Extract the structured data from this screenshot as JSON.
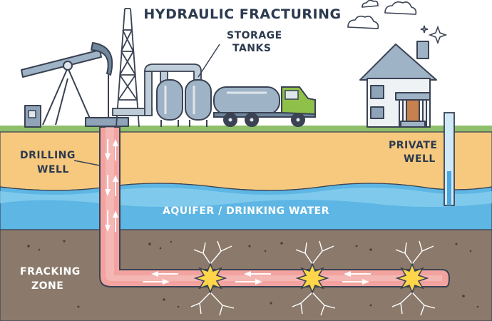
{
  "title": "HYDRAULIC FRACTURING",
  "labels": {
    "storage_line1": "STORAGE",
    "storage_line2": "TANKS",
    "drilling_line1": "DRILLING",
    "drilling_line2": "WELL",
    "private_line1": "PRIVATE",
    "private_line2": "WELL",
    "aquifer": "AQUIFER / DRINKING WATER",
    "fracking_line1": "FRACKING",
    "fracking_line2": "ZONE"
  },
  "colors": {
    "sky": "#ffffff",
    "grass": "#8fbf6a",
    "soil": "#f7c97e",
    "aquifer_light": "#8fd3f0",
    "aquifer_deep": "#4aa8de",
    "rock": "#8b7a6b",
    "pipe": "#f2a3a0",
    "pipe_edge": "#d46e6a",
    "outline": "#3a4253",
    "fracture": "#ffd54a"
  }
}
